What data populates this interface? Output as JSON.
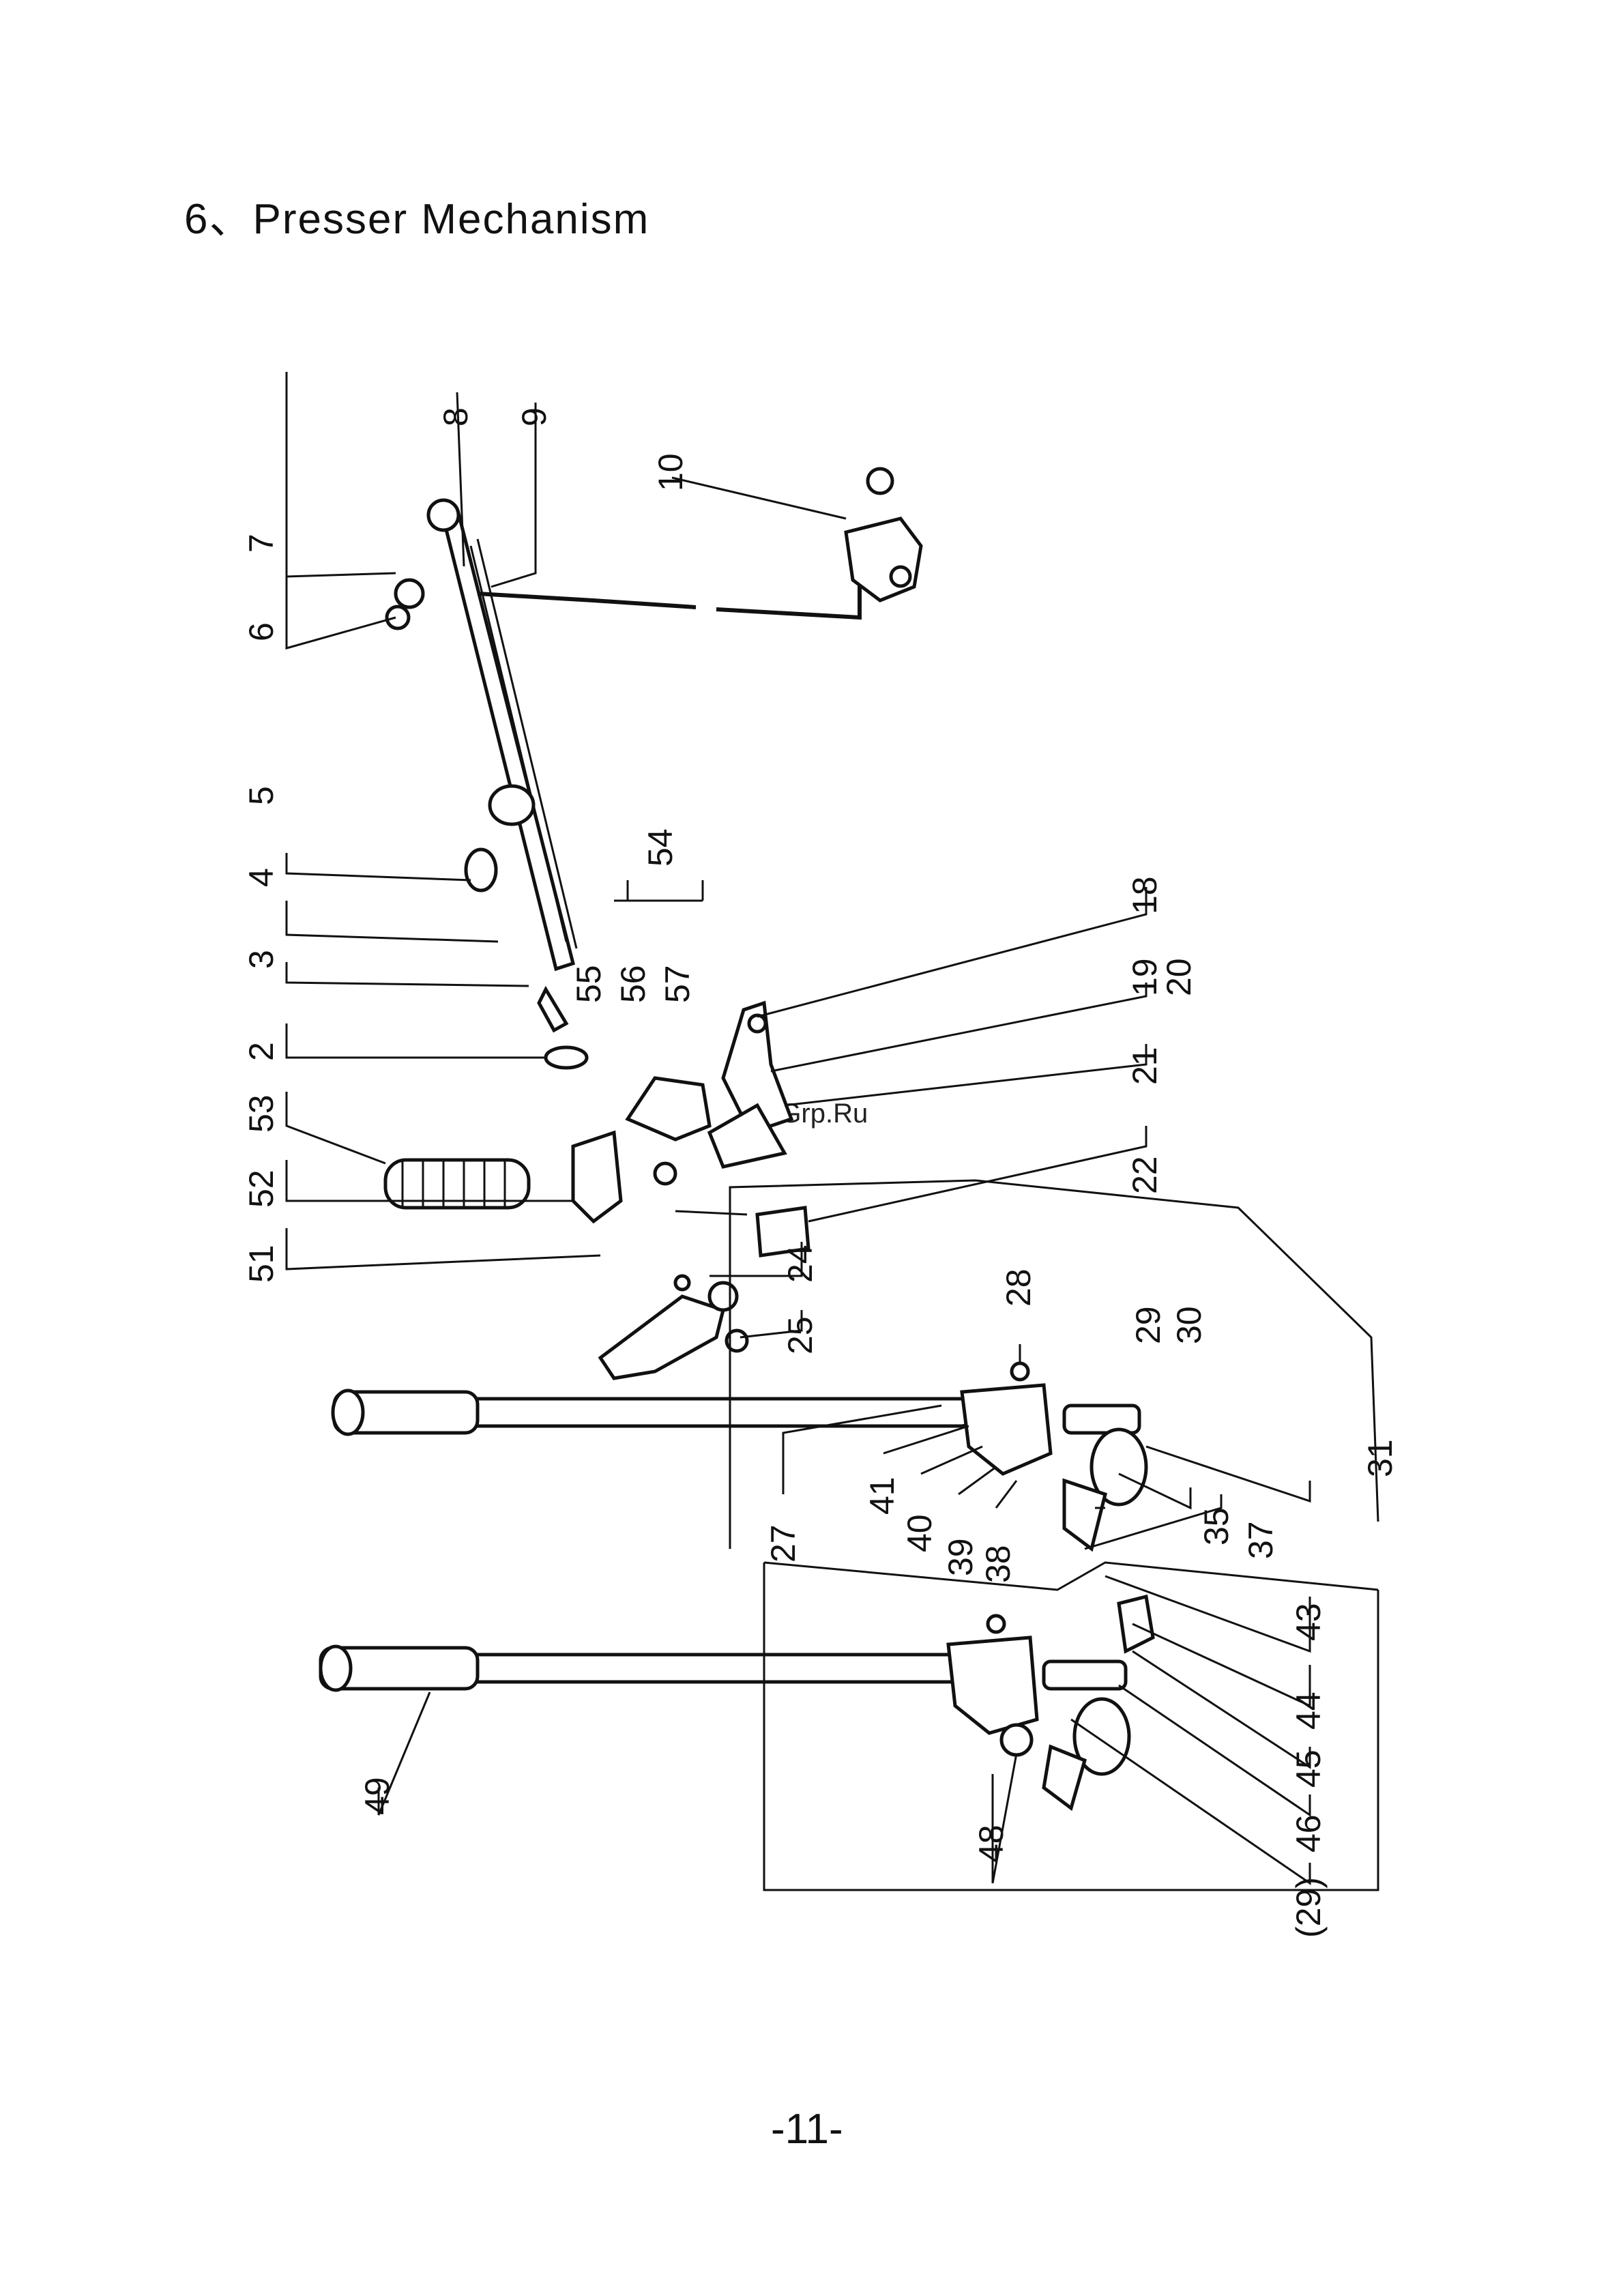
{
  "page": {
    "heading": "6、Presser Mechanism",
    "page_number": "-11-",
    "watermark": "McGrp.Ru"
  },
  "callouts": [
    "2",
    "3",
    "4",
    "5",
    "6",
    "7",
    "8",
    "9",
    "10",
    "18",
    "19",
    "20",
    "21",
    "22",
    "24",
    "25",
    "27",
    "28",
    "29",
    "30",
    "31",
    "35",
    "37",
    "38",
    "39",
    "40",
    "41",
    "43",
    "44",
    "45",
    "46",
    "(29)",
    "48",
    "49",
    "51",
    "52",
    "53",
    "54",
    "55",
    "56",
    "57"
  ]
}
